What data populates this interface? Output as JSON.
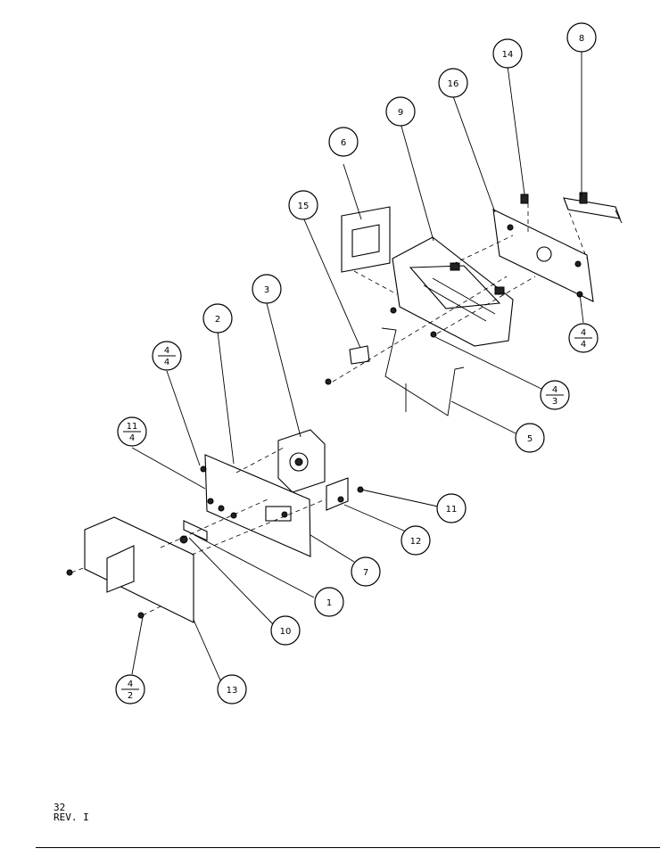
{
  "callouts": [
    {
      "id": "c1",
      "label": "1"
    },
    {
      "id": "c2",
      "label": "2"
    },
    {
      "id": "c3",
      "label": "3"
    },
    {
      "id": "c4a",
      "num": "4",
      "den": "4"
    },
    {
      "id": "c4b",
      "num": "4",
      "den": "4"
    },
    {
      "id": "c4c",
      "num": "4",
      "den": "3"
    },
    {
      "id": "c4d",
      "num": "4",
      "den": "2"
    },
    {
      "id": "c5",
      "label": "5"
    },
    {
      "id": "c6",
      "label": "6"
    },
    {
      "id": "c7",
      "label": "7"
    },
    {
      "id": "c8",
      "label": "8"
    },
    {
      "id": "c9",
      "label": "9"
    },
    {
      "id": "c10",
      "label": "10"
    },
    {
      "id": "c11a",
      "num": "11",
      "den": "4"
    },
    {
      "id": "c11b",
      "label": "11"
    },
    {
      "id": "c12",
      "label": "12"
    },
    {
      "id": "c13",
      "label": "13"
    },
    {
      "id": "c14",
      "label": "14"
    },
    {
      "id": "c15",
      "label": "15"
    },
    {
      "id": "c16",
      "label": "16"
    }
  ],
  "footer": {
    "page_number": "32",
    "revision": "REV. I"
  }
}
